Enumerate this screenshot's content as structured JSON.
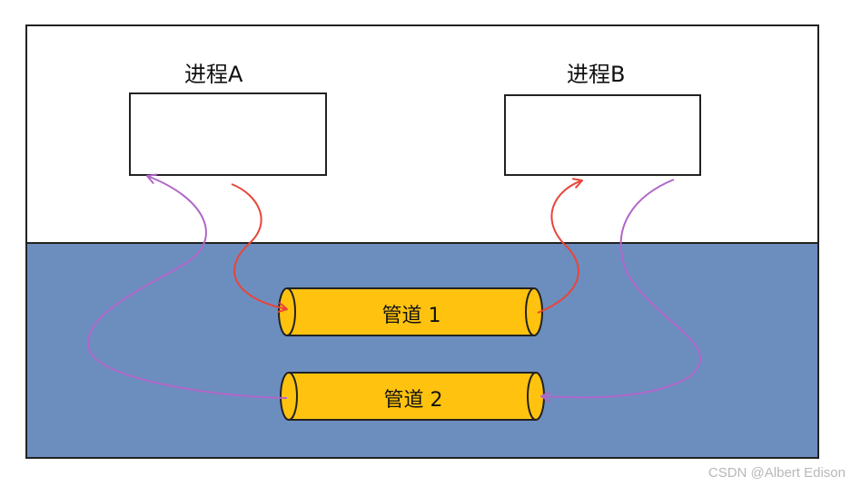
{
  "process_a": {
    "label": "进程A"
  },
  "process_b": {
    "label": "进程B"
  },
  "pipe_1": {
    "label": "管道 1"
  },
  "pipe_2": {
    "label": "管道 2"
  },
  "watermark": "CSDN @Albert Edison",
  "colors": {
    "kernel_region": "#6c8ebf",
    "pipe_fill": "#ffc30f",
    "pipe_arrow": "#e8453a",
    "pipe2_arrow": "#b066c8",
    "border": "#222222"
  }
}
